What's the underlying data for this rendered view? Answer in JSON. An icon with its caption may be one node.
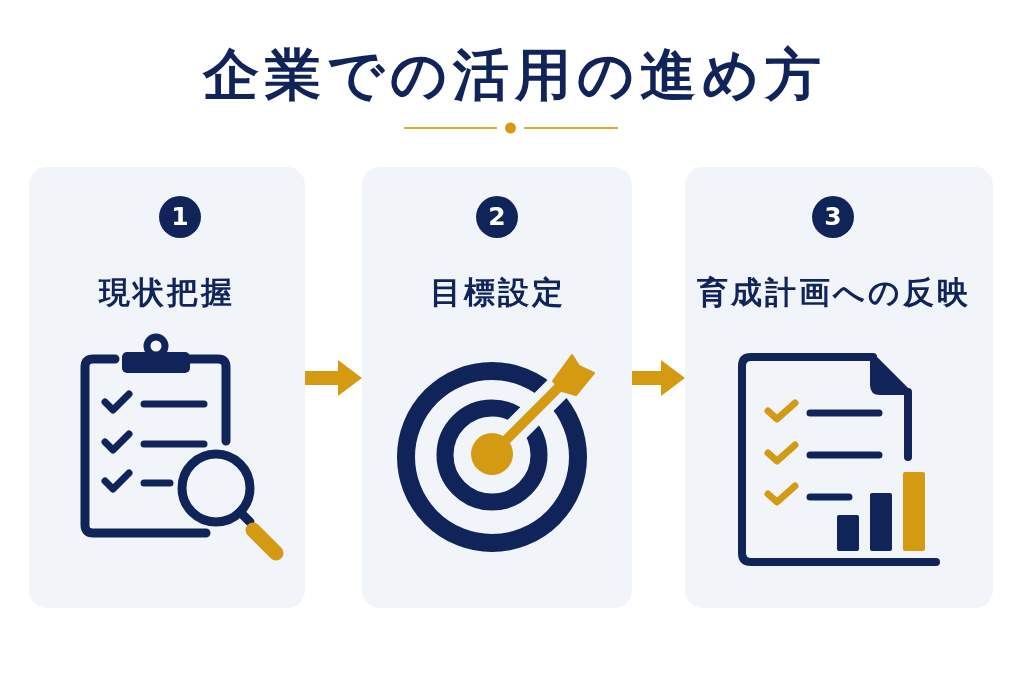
{
  "diagram": {
    "title": "企業での活用の進め方",
    "nodes": [
      {
        "text": [
          "1",
          "現状把握"
        ]
      },
      {
        "text": [
          "2",
          "目標設定"
        ]
      },
      {
        "text": [
          "3",
          "育成計画への反映"
        ]
      }
    ],
    "edges": [
      {
        "from": 0,
        "to": 1,
        "arrow": "to"
      },
      {
        "from": 1,
        "to": 2,
        "arrow": "to"
      }
    ]
  }
}
